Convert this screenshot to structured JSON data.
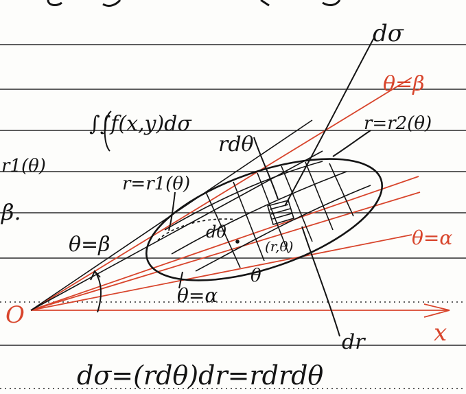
{
  "colors": {
    "ink": "#141414",
    "red_ink": "#d8452c",
    "rule_line": "#2a2a2a",
    "paper": "#fdfdfb"
  },
  "labels": {
    "d_sigma_top": "dσ",
    "theta_beta": "θ=β",
    "theta_alpha": "θ=α",
    "integral": "∫∫f(x,y)dσ",
    "r_dtheta": "rdθ",
    "outer_curve": "r=r2(θ)",
    "inner_curve": "r=r1(θ)",
    "left_r": "r1(θ)",
    "left_beta": "β.",
    "left_theta_beta": "θ=β",
    "d_theta_small": "dθ",
    "point": "(r,θ)",
    "lower_theta_alpha": "θ=α",
    "theta_arc": "θ",
    "origin": "O",
    "x_axis": "x",
    "dr": "dr",
    "bottom_formula": "dσ=(rdθ)dr=rdrdθ"
  }
}
